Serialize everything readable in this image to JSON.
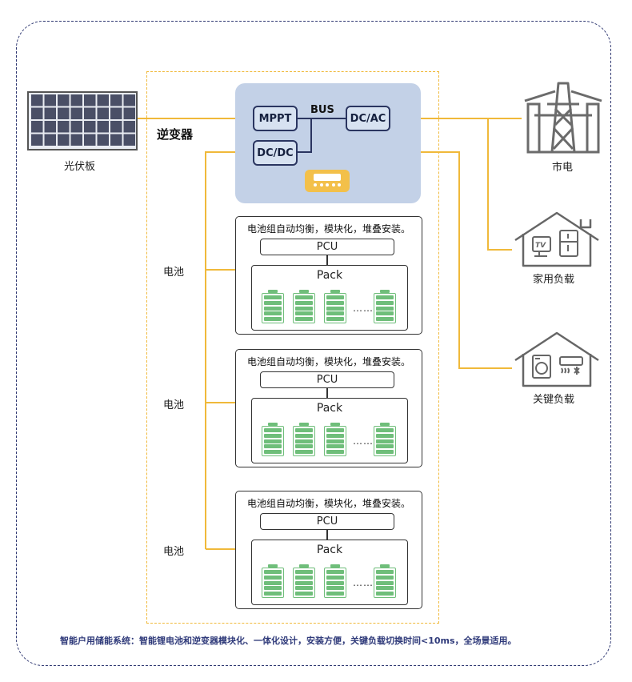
{
  "solar": {
    "label": "光伏板"
  },
  "inverter": {
    "title": "逆变器",
    "bus_label": "BUS",
    "blocks": {
      "mppt": "MPPT",
      "dcac": "DC/AC",
      "dcdc": "DC/DC"
    }
  },
  "grid": {
    "label": "市电"
  },
  "home_load": {
    "label": "家用负载",
    "tv_text": "TV"
  },
  "critical_load": {
    "label": "关键负载"
  },
  "battery_groups": [
    {
      "side_label": "电池",
      "caption": "电池组自动均衡，模块化，堆叠安装。",
      "pcu": "PCU",
      "pack": "Pack",
      "ellipsis": "……"
    },
    {
      "side_label": "电池",
      "caption": "电池组自动均衡，模块化，堆叠安装。",
      "pcu": "PCU",
      "pack": "Pack",
      "ellipsis": "……"
    },
    {
      "side_label": "电池",
      "caption": "电池组自动均衡，模块化，堆叠安装。",
      "pcu": "PCU",
      "pack": "Pack",
      "ellipsis": "……"
    }
  ],
  "footer": "智能户用储能系统：智能锂电池和逆变器模块化、一体化设计，安装方便，关键负载切换时间<10ms，全场景适用。",
  "colors": {
    "frame": "#2d3670",
    "wire": "#f0b93a",
    "bus_wire": "#2a3560",
    "panel": "#c3d1e7",
    "battery_green": "#6fbe7a",
    "icon_gray": "#666666"
  }
}
